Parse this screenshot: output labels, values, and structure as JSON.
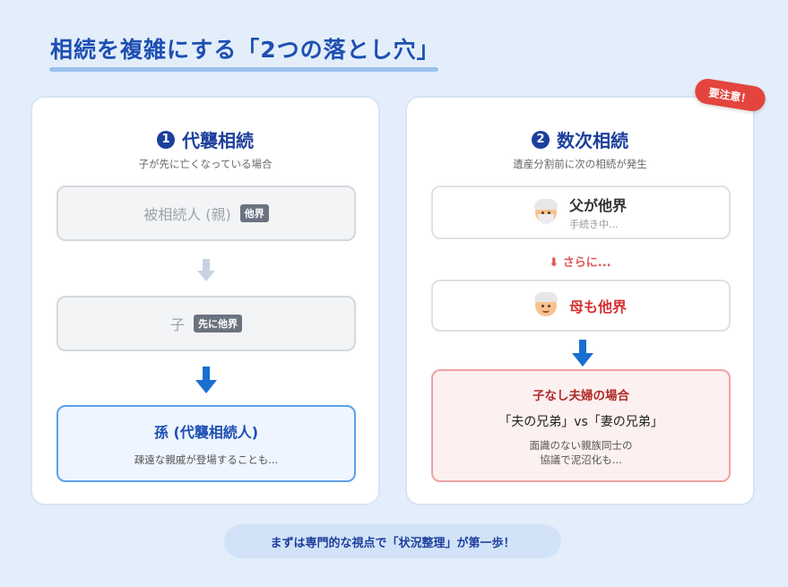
{
  "title": "相続を複雑にする「2つの落とし穴」",
  "badge": "要注意！",
  "left": {
    "number": "1",
    "title": "代襲相続",
    "subtitle": "子が先に亡くなっている場合",
    "box1": {
      "label": "被相続人 (親)",
      "tag": "他界"
    },
    "box2": {
      "label": "子",
      "tag": "先に他界"
    },
    "box3": {
      "title": "孫 (代襲相続人)",
      "desc": "疎遠な親戚が登場することも..."
    }
  },
  "right": {
    "number": "2",
    "title": "数次相続",
    "subtitle": "遺産分割前に次の相続が発生",
    "father": {
      "name": "父が他界",
      "status": "手続き中..."
    },
    "connector": "さらに...",
    "mother": {
      "name": "母も他界"
    },
    "result": {
      "title": "子なし夫婦の場合",
      "vs": "「夫の兄弟」vs「妻の兄弟」",
      "desc_line1": "面識のない親族同士の",
      "desc_line2": "協議で泥沼化も..."
    }
  },
  "footer": "まずは専門的な視点で「状況整理」が第一歩！",
  "colors": {
    "background": "#e3eefa",
    "primary": "#1d3f9c",
    "warning": "#e4443d",
    "arrow_dark": "#1a6fd0",
    "arrow_light": "#c8d2e0"
  },
  "icons": [
    "down-arrow-icon",
    "grandfather-icon",
    "grandmother-icon"
  ]
}
